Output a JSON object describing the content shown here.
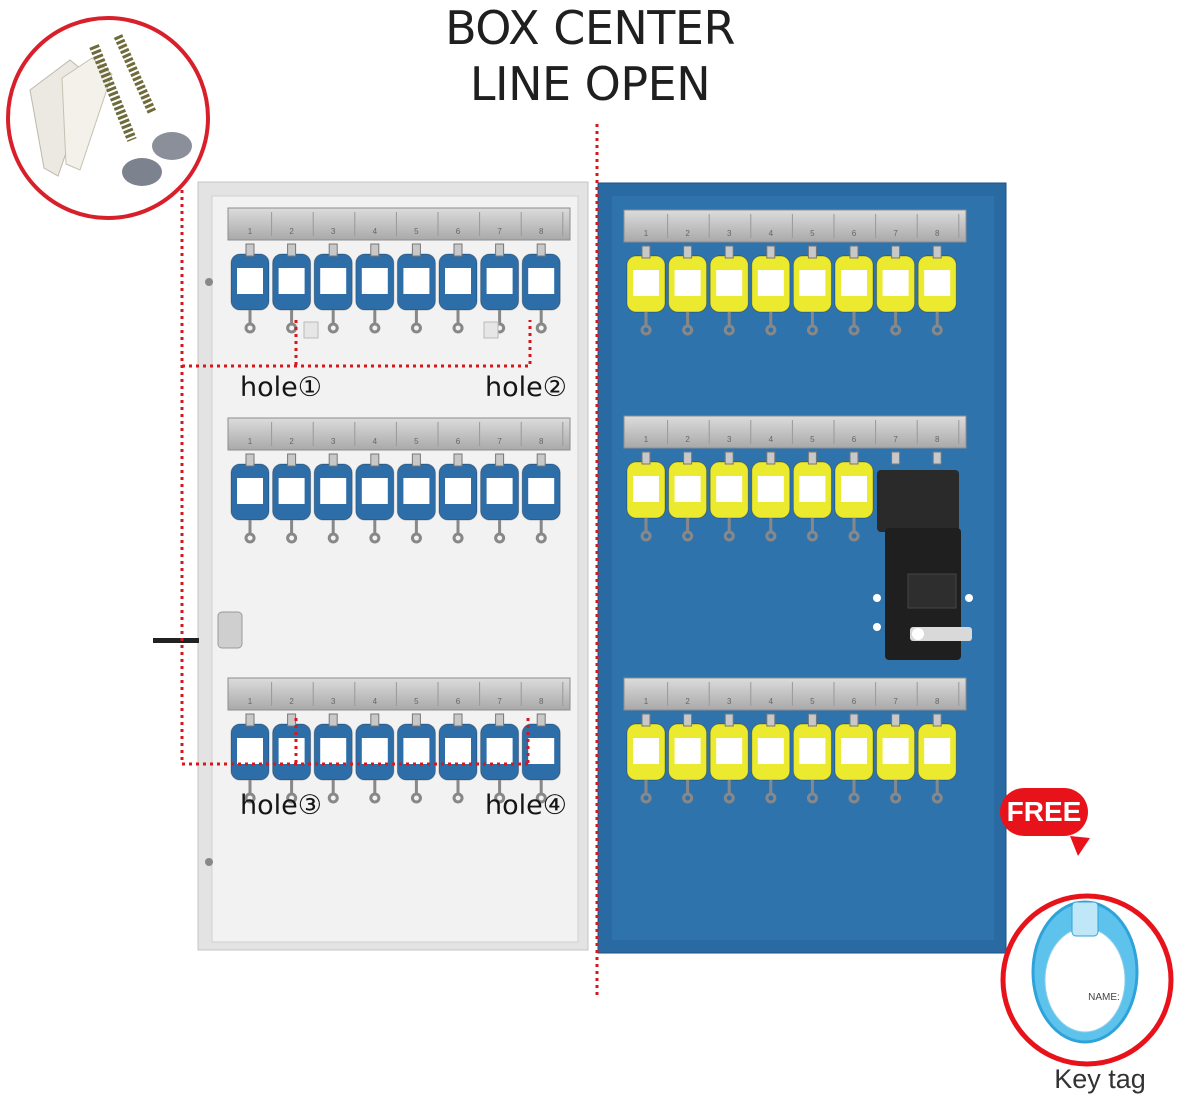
{
  "title": {
    "line1": "BOX CENTER",
    "line2": "LINE OPEN"
  },
  "hooks_per_row": 8,
  "hook_numbers": [
    "1",
    "2",
    "3",
    "4",
    "5",
    "6",
    "7",
    "8"
  ],
  "holes": [
    {
      "label": "hole①"
    },
    {
      "label": "hole②"
    },
    {
      "label": "hole③"
    },
    {
      "label": "hole④"
    }
  ],
  "badge": {
    "text": "FREE"
  },
  "keytag": {
    "caption": "Key tag",
    "name_label": "NAME:"
  },
  "colors": {
    "door_blue": "#2f73ad",
    "key_blue": "#2d6ea8",
    "key_yellow": "#ecea2e",
    "guide_red": "#d8161d",
    "cabinet_white": "#f2f2f2"
  }
}
